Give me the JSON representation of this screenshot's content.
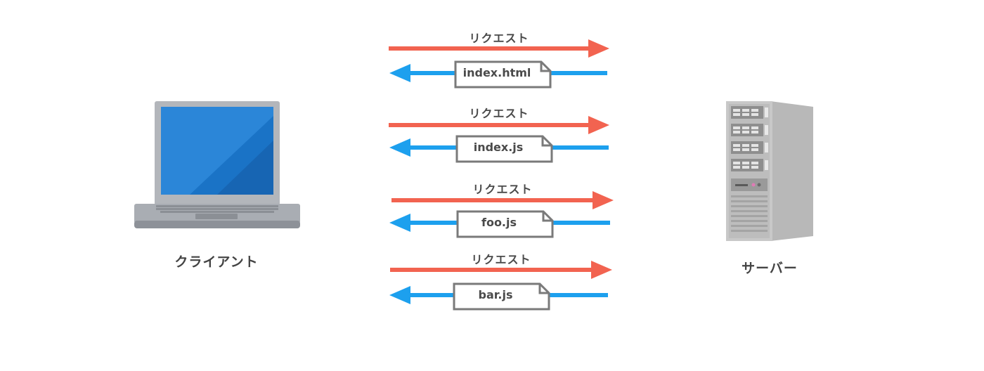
{
  "client": {
    "label": "クライアント",
    "icon": "laptop-icon"
  },
  "server": {
    "label": "サーバー",
    "icon": "server-tower-icon"
  },
  "exchanges": [
    {
      "request_label": "リクエスト",
      "response_file": "index.html"
    },
    {
      "request_label": "リクエスト",
      "response_file": "index.js"
    },
    {
      "request_label": "リクエスト",
      "response_file": "foo.js"
    },
    {
      "request_label": "リクエスト",
      "response_file": "bar.js"
    }
  ],
  "colors": {
    "request_arrow": "#f26350",
    "response_arrow": "#1da0ee",
    "laptop_screen": "#1a73c6",
    "server_body": "#b9b9b9"
  }
}
